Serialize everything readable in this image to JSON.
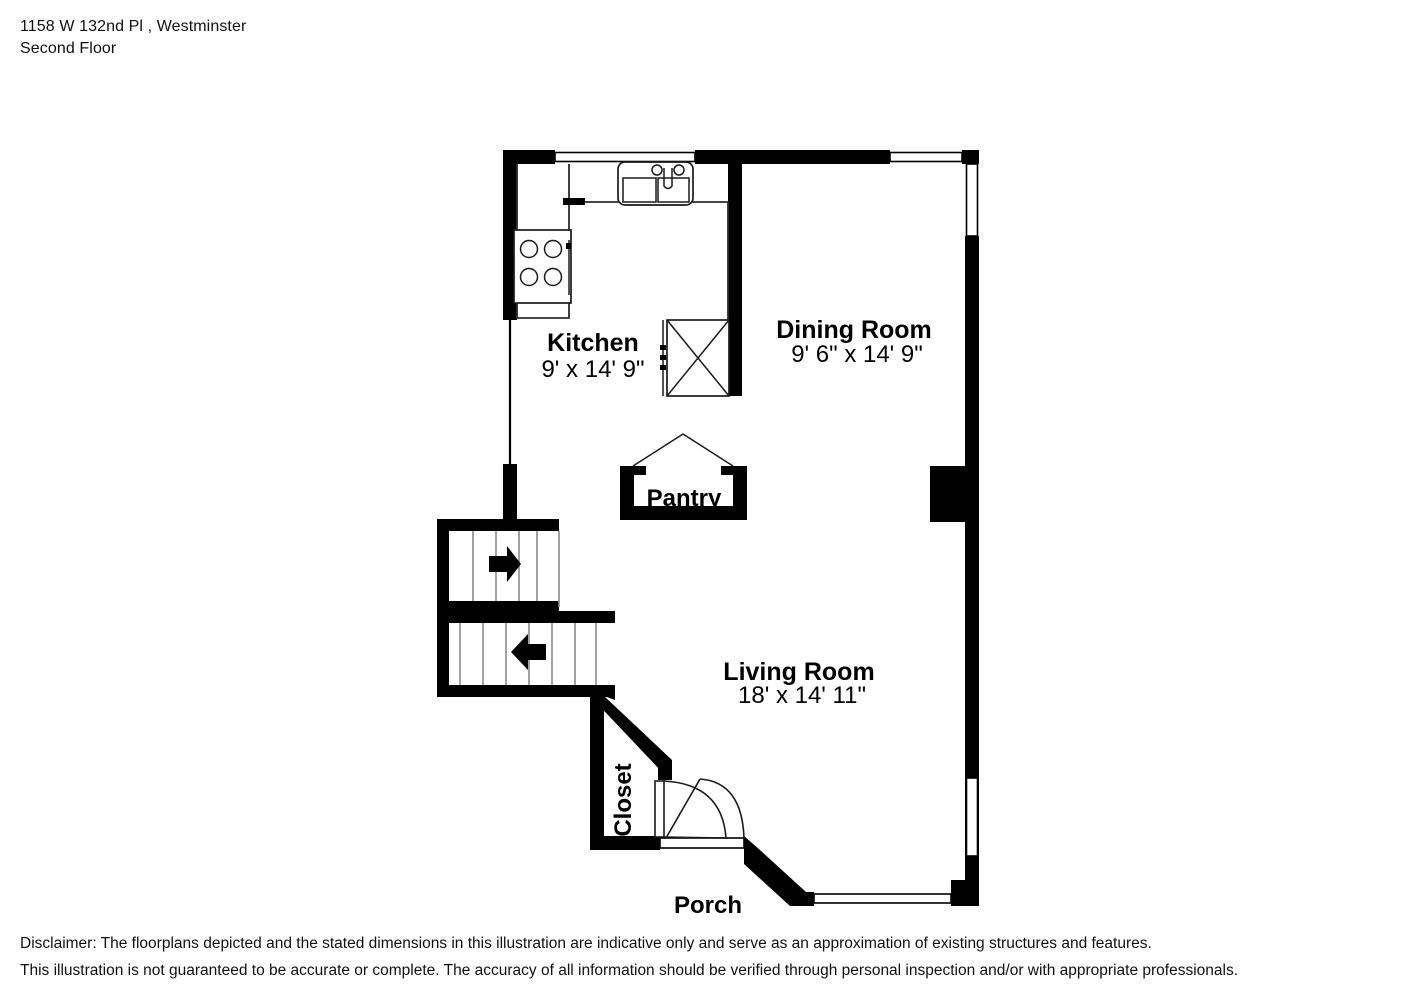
{
  "header": {
    "address": "1158 W 132nd Pl , Westminster",
    "floor": "Second Floor"
  },
  "plan": {
    "rooms": [
      {
        "name": "Kitchen",
        "dimensions": "9' x 14' 9\""
      },
      {
        "name": "Dining Room",
        "dimensions": "9' 6\" x 14' 9\""
      },
      {
        "name": "Living Room",
        "dimensions": "18' x 14' 11\""
      },
      {
        "name": "Pantry",
        "dimensions": ""
      },
      {
        "name": "Closet",
        "dimensions": ""
      },
      {
        "name": "Porch",
        "dimensions": ""
      }
    ],
    "fixtures": [
      {
        "name": "sink",
        "label": "double-basin-sink"
      },
      {
        "name": "range",
        "label": "four-burner-range"
      },
      {
        "name": "refrigerator",
        "label": "refrigerator"
      }
    ],
    "stairs": [
      {
        "name": "upper-run",
        "direction": "right"
      },
      {
        "name": "lower-run",
        "direction": "left"
      }
    ],
    "colors": {
      "wall": "#000000",
      "background": "#ffffff",
      "fixture_stroke": "#1a1a1a",
      "tread": "#8a8a8a"
    }
  },
  "footer": {
    "disclaimer_line_1": "Disclaimer: The floorplans depicted and the stated dimensions in this illustration are indicative only and serve as an approximation of existing structures and features.",
    "disclaimer_line_2": "This illustration is not guaranteed to be accurate or complete. The accuracy of all information should be verified through personal inspection and/or with appropriate professionals."
  }
}
